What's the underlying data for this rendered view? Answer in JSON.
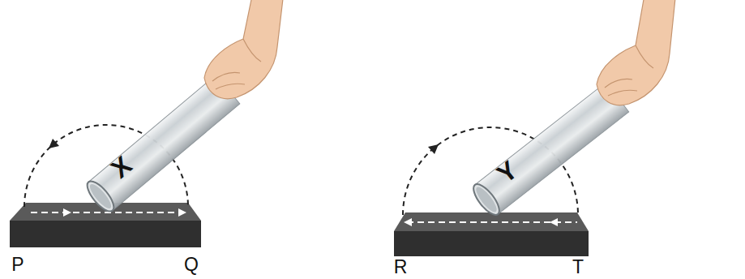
{
  "diagram": {
    "labels": [
      "X",
      "P",
      "Q",
      "Y",
      "R",
      "T"
    ]
  }
}
